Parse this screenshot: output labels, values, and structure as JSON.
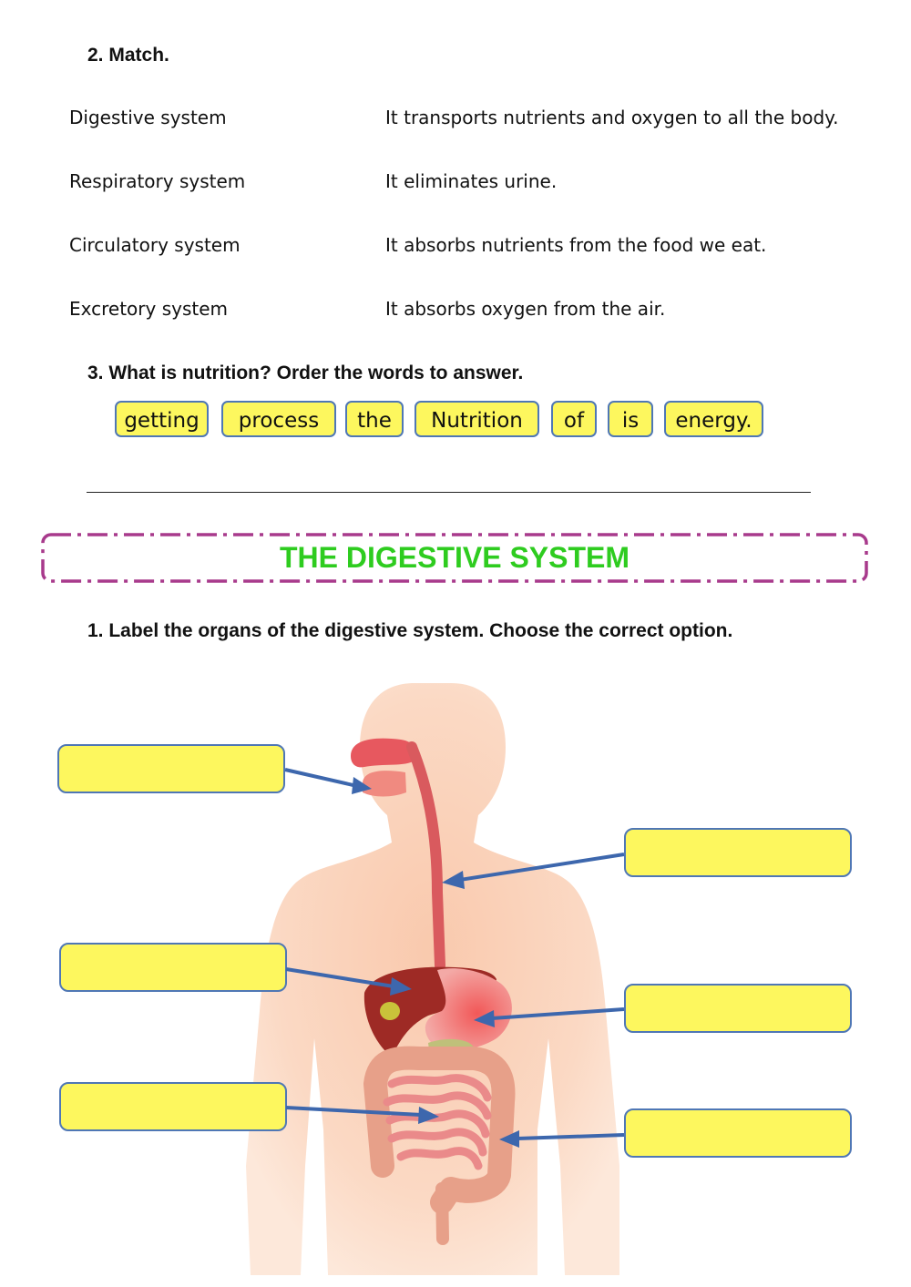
{
  "match": {
    "heading": "2. Match.",
    "systems": [
      "Digestive system",
      "Respiratory system",
      "Circulatory system",
      "Excretory system"
    ],
    "functions": [
      "It transports nutrients and oxygen to all the body.",
      "It eliminates urine.",
      "It absorbs nutrients from the food we eat.",
      "It absorbs oxygen from the air."
    ]
  },
  "nutrition": {
    "heading": "3. What is nutrition? Order the words to answer.",
    "words": [
      "getting",
      "process",
      "the",
      "Nutrition",
      "of",
      "is",
      "energy."
    ]
  },
  "banner": {
    "title": "THE DIGESTIVE SYSTEM",
    "title_color": "#2ecc1f",
    "border_color": "#a83a8c"
  },
  "labeling": {
    "heading": "1. Label the organs of the digestive system. Choose the correct option.",
    "label_box_color": "#fdf75e",
    "arrow_color": "#3d67ad"
  }
}
